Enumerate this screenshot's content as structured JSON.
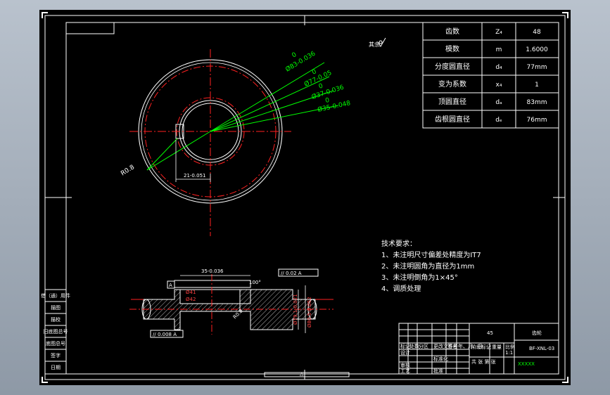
{
  "gear_table": {
    "rows": [
      {
        "label": "齿数",
        "symbol": "Z₄",
        "value": "48"
      },
      {
        "label": "模数",
        "symbol": "m",
        "value": "1.6000"
      },
      {
        "label": "分度圆直径",
        "symbol": "d₄",
        "value": "77mm"
      },
      {
        "label": "变为系数",
        "symbol": "x₄",
        "value": "1"
      },
      {
        "label": "顶圆直径",
        "symbol": "dₐ",
        "value": "83mm"
      },
      {
        "label": "齿根圆直径",
        "symbol": "dₑ",
        "value": "76mm"
      }
    ]
  },
  "roughness_note": "其余",
  "front_view": {
    "dims": {
      "d1": "Ø83-0.036",
      "d2": "Ø77-0.05",
      "d3": "Ø37-0.036",
      "d4": "Ø35-0.048",
      "radius": "R0.8",
      "width": "21-0.051",
      "tol_zero": "0"
    }
  },
  "section_view": {
    "dims": {
      "top": "35-0.036",
      "h1": "Ø41",
      "h2": "Ø42",
      "right1": "Ø79.1-0.021",
      "right2": "Ø80.5-0.052",
      "r": "R0.8",
      "angle": "100°"
    },
    "tolerance_top": "// 0.02 A",
    "tolerance_bottom": "// 0.008 A",
    "datum": "A"
  },
  "tech_requirements": {
    "title": "技术要求：",
    "items": [
      "1、未注明尺寸偏差处精度为IT7",
      "2、未注明圆角为直径为1mm",
      "3、未注明倒角为1×45°",
      "4、调质处理"
    ]
  },
  "side_table": {
    "rows": [
      "借（通）用件",
      "描图",
      "描校",
      "旧底图总号",
      "底图总号",
      "签字",
      "日期"
    ]
  },
  "title_block": {
    "part_name": "齿轮",
    "material": "45",
    "drawing_no": "BF-XNL-03",
    "scale_label": "比例",
    "labels": [
      "标记",
      "处数",
      "分区",
      "更改文件号",
      "签名",
      "年、月、日"
    ],
    "labels2": [
      "设计",
      "审核",
      "工艺",
      "标准化",
      "批准"
    ],
    "stage": "阶段标记",
    "weight": "重量",
    "ratio": "1:1",
    "sheet": "共  张  第  张",
    "company": "XXXXX"
  }
}
